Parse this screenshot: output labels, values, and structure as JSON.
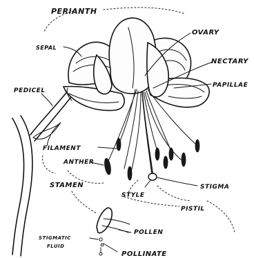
{
  "labels": {
    "perianth": "PERIANTH",
    "sepal": "SEPAL",
    "ovary": "OVARY",
    "nectary": "NECTARY",
    "papillae": "PAPILLAE",
    "pedicel": "PEDICEL",
    "filament": "FILAMENT",
    "anther": "ANTHER",
    "stamen": "STAMEN",
    "style": "STYLE",
    "stigma": "STIGMA",
    "pistil": "PISTIL",
    "pollen": "POLLEN",
    "stigmatic_fluid_1": "STIGMATIC",
    "stigmatic_fluid_2": "FLUID",
    "pollinate": "POLLINATE"
  },
  "colors": {
    "ink": "#111111",
    "paper": "#ffffff"
  }
}
